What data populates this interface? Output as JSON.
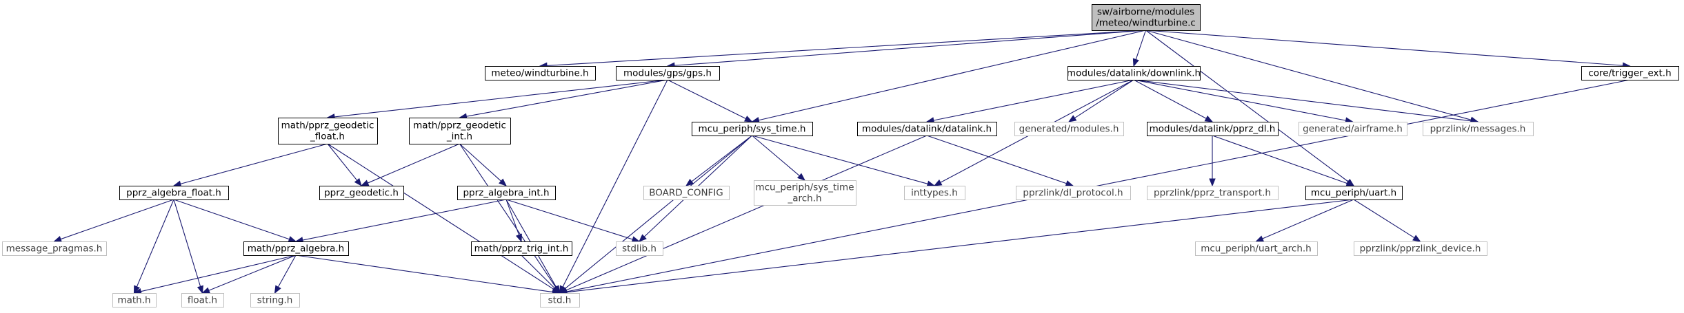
{
  "colors": {
    "edge": "#191970",
    "root_fill": "#bfbfbf",
    "box_border_documented": "#000000",
    "box_border_undocumented": "#bfbfbf",
    "box_fill": "#ffffff",
    "text_documented": "#000000",
    "text_undocumented": "#404040"
  },
  "nodes": [
    {
      "id": "n_root",
      "lines": [
        "sw/airborne/modules",
        "/meteo/windturbine.c"
      ],
      "kind": "root"
    },
    {
      "id": "n_meteo_h",
      "lines": [
        "meteo/windturbine.h"
      ],
      "kind": "documented"
    },
    {
      "id": "n_gps",
      "lines": [
        "modules/gps/gps.h"
      ],
      "kind": "documented"
    },
    {
      "id": "n_downlink",
      "lines": [
        "modules/datalink/downlink.h"
      ],
      "kind": "documented"
    },
    {
      "id": "n_trigger",
      "lines": [
        "core/trigger_ext.h"
      ],
      "kind": "documented"
    },
    {
      "id": "n_geo_float",
      "lines": [
        "math/pprz_geodetic",
        "_float.h"
      ],
      "kind": "documented"
    },
    {
      "id": "n_geo_int",
      "lines": [
        "math/pprz_geodetic",
        "_int.h"
      ],
      "kind": "documented"
    },
    {
      "id": "n_systime",
      "lines": [
        "mcu_periph/sys_time.h"
      ],
      "kind": "documented"
    },
    {
      "id": "n_datalink",
      "lines": [
        "modules/datalink/datalink.h"
      ],
      "kind": "documented"
    },
    {
      "id": "n_gen_modules",
      "lines": [
        "generated/modules.h"
      ],
      "kind": "undocumented"
    },
    {
      "id": "n_pprz_dl",
      "lines": [
        "modules/datalink/pprz_dl.h"
      ],
      "kind": "documented"
    },
    {
      "id": "n_gen_airframe",
      "lines": [
        "generated/airframe.h"
      ],
      "kind": "undocumented"
    },
    {
      "id": "n_messages",
      "lines": [
        "pprzlink/messages.h"
      ],
      "kind": "undocumented"
    },
    {
      "id": "n_alg_float",
      "lines": [
        "pprz_algebra_float.h"
      ],
      "kind": "documented"
    },
    {
      "id": "n_geodetic",
      "lines": [
        "pprz_geodetic.h"
      ],
      "kind": "documented"
    },
    {
      "id": "n_alg_int",
      "lines": [
        "pprz_algebra_int.h"
      ],
      "kind": "documented"
    },
    {
      "id": "n_board",
      "lines": [
        "BOARD_CONFIG"
      ],
      "kind": "undocumented"
    },
    {
      "id": "n_systime_arch",
      "lines": [
        "mcu_periph/sys_time",
        "_arch.h"
      ],
      "kind": "undocumented"
    },
    {
      "id": "n_inttypes",
      "lines": [
        "inttypes.h"
      ],
      "kind": "undocumented"
    },
    {
      "id": "n_dl_protocol",
      "lines": [
        "pprzlink/dl_protocol.h"
      ],
      "kind": "undocumented"
    },
    {
      "id": "n_transport",
      "lines": [
        "pprzlink/pprz_transport.h"
      ],
      "kind": "undocumented"
    },
    {
      "id": "n_uart",
      "lines": [
        "mcu_periph/uart.h"
      ],
      "kind": "documented"
    },
    {
      "id": "n_msg_pragmas",
      "lines": [
        "message_pragmas.h"
      ],
      "kind": "undocumented"
    },
    {
      "id": "n_pprz_algebra",
      "lines": [
        "math/pprz_algebra.h"
      ],
      "kind": "documented"
    },
    {
      "id": "n_trig_int",
      "lines": [
        "math/pprz_trig_int.h"
      ],
      "kind": "documented"
    },
    {
      "id": "n_stdlib",
      "lines": [
        "stdlib.h"
      ],
      "kind": "undocumented"
    },
    {
      "id": "n_uart_arch",
      "lines": [
        "mcu_periph/uart_arch.h"
      ],
      "kind": "undocumented"
    },
    {
      "id": "n_link_device",
      "lines": [
        "pprzlink/pprzlink_device.h"
      ],
      "kind": "undocumented"
    },
    {
      "id": "n_math",
      "lines": [
        "math.h"
      ],
      "kind": "undocumented"
    },
    {
      "id": "n_float",
      "lines": [
        "float.h"
      ],
      "kind": "undocumented"
    },
    {
      "id": "n_string",
      "lines": [
        "string.h"
      ],
      "kind": "undocumented"
    },
    {
      "id": "n_std",
      "lines": [
        "std.h"
      ],
      "kind": "undocumented"
    }
  ],
  "edges": [
    [
      "n_root",
      "n_meteo_h"
    ],
    [
      "n_root",
      "n_gps"
    ],
    [
      "n_root",
      "n_downlink"
    ],
    [
      "n_root",
      "n_trigger"
    ],
    [
      "n_root",
      "n_systime"
    ],
    [
      "n_root",
      "n_messages"
    ],
    [
      "n_root",
      "n_uart"
    ],
    [
      "n_gps",
      "n_geo_float"
    ],
    [
      "n_gps",
      "n_geo_int"
    ],
    [
      "n_gps",
      "n_systime"
    ],
    [
      "n_gps",
      "n_std"
    ],
    [
      "n_downlink",
      "n_datalink"
    ],
    [
      "n_downlink",
      "n_gen_modules"
    ],
    [
      "n_downlink",
      "n_pprz_dl"
    ],
    [
      "n_downlink",
      "n_gen_airframe"
    ],
    [
      "n_downlink",
      "n_messages"
    ],
    [
      "n_downlink",
      "n_inttypes"
    ],
    [
      "n_trigger",
      "n_std"
    ],
    [
      "n_geo_float",
      "n_alg_float"
    ],
    [
      "n_geo_float",
      "n_geodetic"
    ],
    [
      "n_geo_float",
      "n_std"
    ],
    [
      "n_geo_int",
      "n_geodetic"
    ],
    [
      "n_geo_int",
      "n_alg_int"
    ],
    [
      "n_geo_int",
      "n_std"
    ],
    [
      "n_systime",
      "n_board"
    ],
    [
      "n_systime",
      "n_systime_arch"
    ],
    [
      "n_systime",
      "n_inttypes"
    ],
    [
      "n_systime",
      "n_stdlib"
    ],
    [
      "n_systime",
      "n_std"
    ],
    [
      "n_datalink",
      "n_dl_protocol"
    ],
    [
      "n_datalink",
      "n_std"
    ],
    [
      "n_pprz_dl",
      "n_transport"
    ],
    [
      "n_pprz_dl",
      "n_uart"
    ],
    [
      "n_uart",
      "n_uart_arch"
    ],
    [
      "n_uart",
      "n_link_device"
    ],
    [
      "n_uart",
      "n_std"
    ],
    [
      "n_alg_float",
      "n_msg_pragmas"
    ],
    [
      "n_alg_float",
      "n_pprz_algebra"
    ],
    [
      "n_alg_float",
      "n_math"
    ],
    [
      "n_alg_float",
      "n_float"
    ],
    [
      "n_alg_int",
      "n_pprz_algebra"
    ],
    [
      "n_alg_int",
      "n_trig_int"
    ],
    [
      "n_alg_int",
      "n_stdlib"
    ],
    [
      "n_alg_int",
      "n_std"
    ],
    [
      "n_pprz_algebra",
      "n_math"
    ],
    [
      "n_pprz_algebra",
      "n_float"
    ],
    [
      "n_pprz_algebra",
      "n_string"
    ],
    [
      "n_pprz_algebra",
      "n_std"
    ],
    [
      "n_trig_int",
      "n_std"
    ]
  ]
}
